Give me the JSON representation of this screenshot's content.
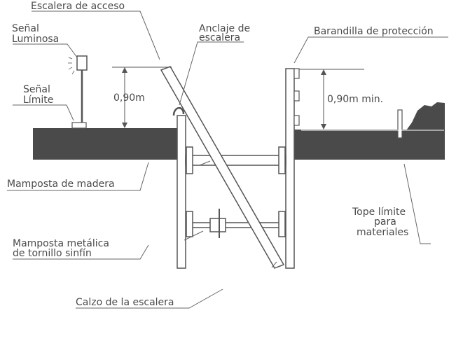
{
  "labels": {
    "escalera_acceso": "Escalera de acceso",
    "senal_luminosa_1": "Señal",
    "senal_luminosa_2": "Luminosa",
    "senal_limite_1": "Señal",
    "senal_limite_2": "Límite",
    "anclaje_1": "Anclaje de",
    "anclaje_2": "escalera",
    "barandilla": "Barandilla de protección",
    "mamposta_madera": "Mamposta de madera",
    "mamposta_metalica_1": "Mamposta metálica",
    "mamposta_metalica_2": "de tornillo sinfín",
    "tope_1": "Tope límite",
    "tope_2": "para",
    "tope_3": "materiales",
    "calzo": "Calzo de la escalera"
  },
  "dimensions": {
    "left_height": "0,90m",
    "right_height": "0,90m min."
  },
  "colors": {
    "ground": "#4a4a4a",
    "line": "#555555",
    "text": "#4a4a4a"
  }
}
